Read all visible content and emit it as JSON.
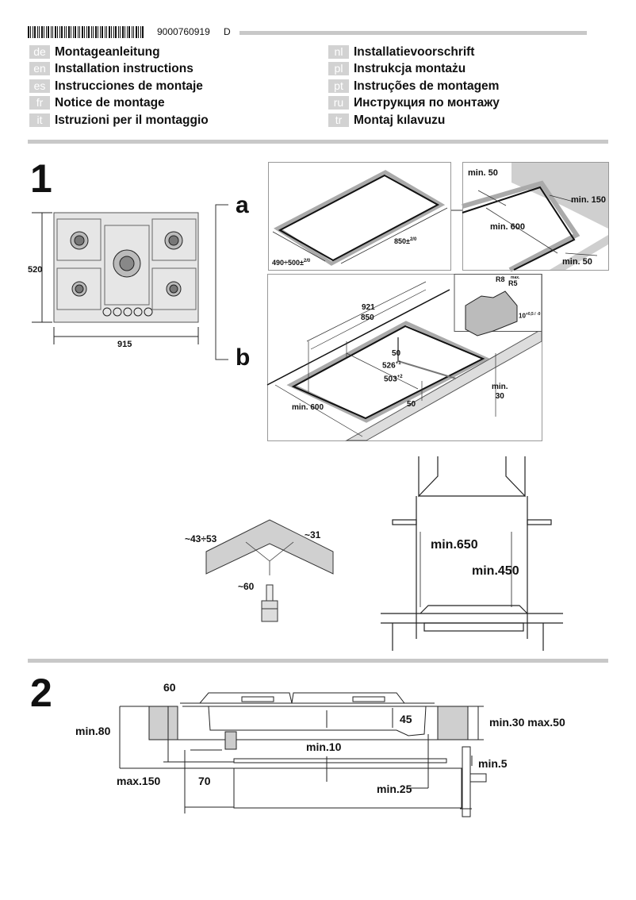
{
  "header": {
    "doc_number": "9000760919",
    "revision": "D"
  },
  "languages": [
    {
      "code": "de",
      "title": "Montageanleitung"
    },
    {
      "code": "en",
      "title": "Installation instructions"
    },
    {
      "code": "es",
      "title": "Instrucciones de montaje"
    },
    {
      "code": "fr",
      "title": "Notice de montage"
    },
    {
      "code": "it",
      "title": "Istruzioni per il montaggio"
    },
    {
      "code": "nl",
      "title": "Installatievoorschrift"
    },
    {
      "code": "pl",
      "title": "Instrukcja montażu"
    },
    {
      "code": "pt",
      "title": "Instruções de montagem"
    },
    {
      "code": "ru",
      "title": "Инструкция по монтажу"
    },
    {
      "code": "tr",
      "title": "Montaj kılavuzu"
    }
  ],
  "step1": {
    "number": "1",
    "hob": {
      "height": "520",
      "width": "915"
    },
    "label_a": "a",
    "label_b": "b",
    "panel_a1": {
      "length": "850±",
      "length_tol": "2/0",
      "depth": "490÷500±",
      "depth_tol": "2/0"
    },
    "panel_a2": {
      "back": "min. 50",
      "wall": "min. 150",
      "width": "min. 600",
      "front": "min. 50"
    },
    "panel_b": {
      "d921": "921",
      "d850": "850",
      "d50a": "50",
      "d526": "526",
      "d526_tol": "+1",
      "d503": "503",
      "d503_tol": "+2",
      "d50b": "50",
      "min600": "min. 600",
      "min30_line1": "min.",
      "min30_line2": "30",
      "inset": {
        "r8": "R8",
        "r5_max": "max.",
        "r5": "R5",
        "thickness": "10",
        "thickness_tol": "+0,5 / -0"
      }
    },
    "connector": {
      "angle_range": "~43÷53",
      "d31": "~31",
      "d60": "~60"
    },
    "hood": {
      "min650": "min.650",
      "min450": "min.450"
    }
  },
  "step2": {
    "number": "2",
    "d60": "60",
    "min80": "min.80",
    "max150": "max.150",
    "d45": "45",
    "min10": "min.10",
    "min30max50": "min.30 max.50",
    "min5": "min.5",
    "d70": "70",
    "min25": "min.25"
  },
  "colors": {
    "separator": "#c8c8c8",
    "lang_code_bg": "#d2d2d2",
    "panel_fill": "#cfcfcf"
  }
}
